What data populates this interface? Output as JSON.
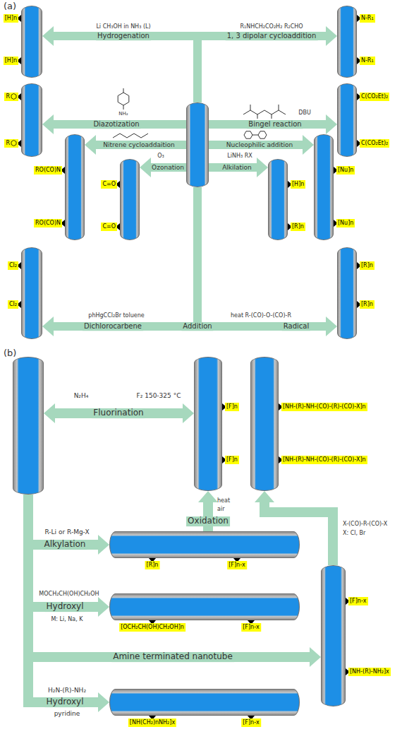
{
  "diagram": {
    "nodes": [
      {
        "text": [
          "[H]n",
          "[H]n"
        ]
      },
      {
        "text": [
          "N-R₁",
          "N-R₁"
        ]
      },
      {
        "text": [
          "R",
          "R"
        ]
      },
      {
        "text": []
      },
      {
        "text": [
          "C(CO₂Et)₂",
          "C(CO₂Et)₂"
        ]
      },
      {
        "text": [
          "RO(CO)N",
          "RO(CO)N"
        ]
      },
      {
        "text": [
          "[Nu]n",
          "[Nu]n"
        ]
      },
      {
        "text": [
          "C=O",
          "C=O"
        ]
      },
      {
        "text": [
          "[H]n",
          "[R]n"
        ]
      },
      {
        "text": [
          "Cl₂",
          "Cl₂"
        ]
      },
      {
        "text": [
          "[R]n",
          "[R]n"
        ]
      },
      {
        "text": []
      },
      {
        "text": [
          "[F]n",
          "[F]n"
        ]
      },
      {
        "text": [
          "[NH-(R)-NH-(CO)-(R)-(CO)-X]n",
          "[NH-(R)-NH-(CO)-(R)-(CO)-X]n"
        ]
      },
      {
        "text": [
          "[R]n",
          "[F]n-x"
        ]
      },
      {
        "text": [
          "[OCH₂CH(OH)CH₂OH]n",
          "[F]n-x"
        ]
      },
      {
        "text": [
          "[F]n-x",
          "[NH-(R)-NH₂]x"
        ]
      },
      {
        "text": [
          "[NH(CH₂)nNH₂]x",
          "[F]n-x"
        ]
      }
    ],
    "edges": [
      {
        "from": 3,
        "to": 0,
        "arrow": "to",
        "label": "Hydrogenation"
      },
      {
        "from": 3,
        "to": 1,
        "arrow": "to",
        "label": "1, 3 dipolar cycloaddition"
      },
      {
        "from": 3,
        "to": 2,
        "arrow": "to",
        "label": "Diazotization"
      },
      {
        "from": 3,
        "to": 4,
        "arrow": "to",
        "label": "Bingel reaction"
      },
      {
        "from": 3,
        "to": 5,
        "arrow": "to",
        "label": "Nitrene cycloaddaition"
      },
      {
        "from": 3,
        "to": 6,
        "arrow": "to",
        "label": "Nucleophilic addition"
      },
      {
        "from": 3,
        "to": 7,
        "arrow": "to",
        "label": "Ozonation"
      },
      {
        "from": 3,
        "to": 8,
        "arrow": "to",
        "label": "Alkilation"
      },
      {
        "from": 3,
        "to": 9,
        "arrow": "to",
        "label": "Dichlorocarbene"
      },
      {
        "from": 3,
        "to": 10,
        "arrow": "to",
        "label": "Radical"
      },
      {
        "from": 11,
        "to": 12,
        "arrow": "both",
        "label": "Fluorination"
      },
      {
        "from": 14,
        "to": 12,
        "arrow": "to",
        "label": "Oxidation"
      },
      {
        "from": 11,
        "to": 14,
        "arrow": "to",
        "label": "Alkylation"
      },
      {
        "from": 11,
        "to": 15,
        "arrow": "to",
        "label": "Hydroxyl"
      },
      {
        "from": 11,
        "to": 16,
        "arrow": "to",
        "label": "Amine terminated nanotube"
      },
      {
        "from": 11,
        "to": 17,
        "arrow": "to",
        "label": "Hydroxyl"
      },
      {
        "from": 16,
        "to": 13,
        "arrow": "to"
      }
    ],
    "labels": [
      "(a)",
      "Li CH₃OH in NH₃ (L)",
      "R₁NHCH₂CO₂H₂ R₂CHO",
      "NH₂",
      "DBU",
      "O₃",
      "LiNH₃ RX",
      "phHgCCl₂Br toluene",
      "heat R-(CO)-O-(CO)-R",
      "Addition",
      "(b)",
      "N₂H₄",
      "F₂ 150-325 °C",
      "heat",
      "air",
      "R-Li or R-Mg-X",
      "MOCH₂CH(OH)CH₂OH",
      "M: Li, Na, K",
      "X-(CO)-R-(CO)-X",
      "X: Cl, Br",
      "H₂N-(R)-NH₂",
      "pyridine"
    ]
  }
}
